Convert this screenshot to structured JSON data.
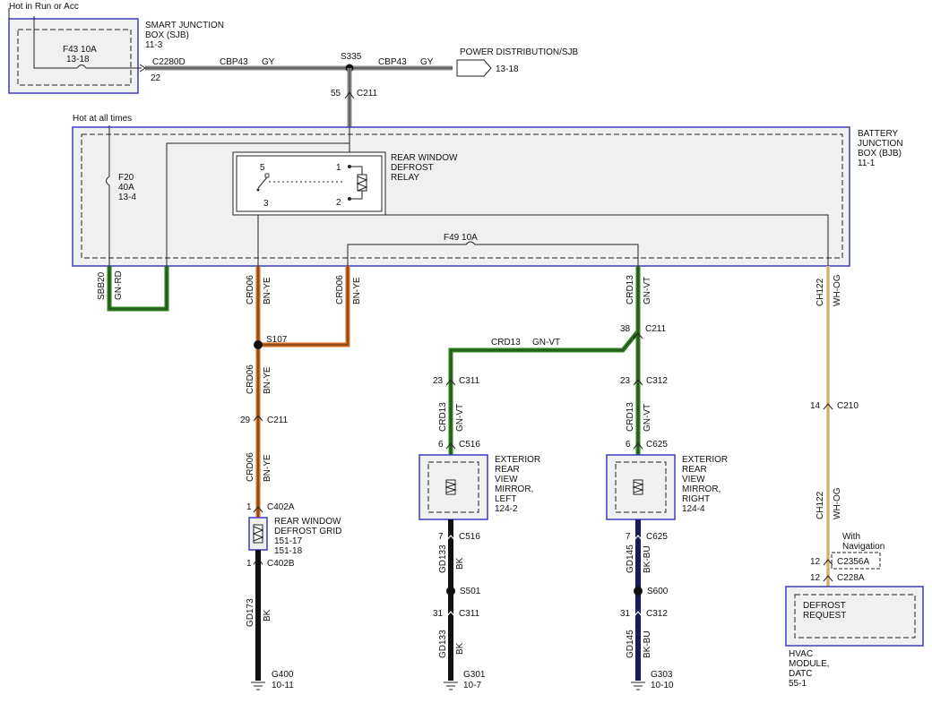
{
  "modules": {
    "sjb": {
      "name": "SMART JUNCTION\nBOX (SJB)",
      "page": "11-3",
      "note": "Hot in Run or Acc",
      "fuse": "F43  10A",
      "fuse_ref": "13-18"
    },
    "bjb": {
      "name": "BATTERY\nJUNCTION\nBOX (BJB)",
      "page": "11-1",
      "note": "Hot at all times"
    },
    "relay": {
      "name": "REAR WINDOW\nDEFROST\nRELAY",
      "pins": [
        "5",
        "3",
        "1",
        "2"
      ]
    },
    "f20": {
      "label": "F20",
      "rating": "40A",
      "ref": "13-4"
    },
    "f49": {
      "label": "F49  10A"
    },
    "power_dist": {
      "name": "POWER DISTRIBUTION/SJB",
      "ref": "13-18"
    },
    "grid": {
      "name": "REAR WINDOW\nDEFROST GRID",
      "refs": "151-17\n151-18"
    },
    "mirror_left": {
      "name": "EXTERIOR\nREAR\nVIEW\nMIRROR,\nLEFT",
      "ref": "124-2"
    },
    "mirror_right": {
      "name": "EXTERIOR\nREAR\nVIEW\nMIRROR,\nRIGHT",
      "ref": "124-4"
    },
    "hvac": {
      "inner": "DEFROST\nREQUEST",
      "name": "HVAC\nMODULE,\nDATC",
      "ref": "55-1",
      "option": "With\nNavigation"
    }
  },
  "splices": [
    "S335",
    "S107",
    "S501",
    "S600"
  ],
  "connectors": {
    "c2280d": {
      "name": "C2280D",
      "pin": "22"
    },
    "c211_top": {
      "name": "C211",
      "pin": "55"
    },
    "c211_mid": {
      "name": "C211",
      "pin": "38"
    },
    "c211_grid": {
      "name": "C211",
      "pin": "29"
    },
    "c402a": {
      "name": "C402A",
      "pin": "1"
    },
    "c402b": {
      "name": "C402B",
      "pin": "1"
    },
    "c311_a": {
      "name": "C311",
      "pin": "23"
    },
    "c516_a": {
      "name": "C516",
      "pin": "6"
    },
    "c516_b": {
      "name": "C516",
      "pin": "7"
    },
    "c311_b": {
      "name": "C311",
      "pin": "31"
    },
    "c312_a": {
      "name": "C312",
      "pin": "23"
    },
    "c625_a": {
      "name": "C625",
      "pin": "6"
    },
    "c625_b": {
      "name": "C625",
      "pin": "7"
    },
    "c312_b": {
      "name": "C312",
      "pin": "31"
    },
    "c210": {
      "name": "C210",
      "pin": "14"
    },
    "c2356a": {
      "name": "C2356A",
      "pin": "12"
    },
    "c228a": {
      "name": "C228A",
      "pin": "12"
    }
  },
  "wires": {
    "cbp43": {
      "circuit": "CBP43",
      "color": "GY"
    },
    "sbb20": {
      "circuit": "SBB20",
      "color": "GN-RD"
    },
    "crd06": {
      "circuit": "CRD06",
      "color": "BN-YE"
    },
    "crd13": {
      "circuit": "CRD13",
      "color": "GN-VT"
    },
    "ch122": {
      "circuit": "CH122",
      "color": "WH-OG"
    },
    "gd173": {
      "circuit": "GD173",
      "color": "BK"
    },
    "gd133": {
      "circuit": "GD133",
      "color": "BK"
    },
    "gd145": {
      "circuit": "GD145",
      "color": "BK-BU"
    }
  },
  "grounds": {
    "g400": {
      "name": "G400",
      "ref": "10-11"
    },
    "g301": {
      "name": "G301",
      "ref": "10-7"
    },
    "g303": {
      "name": "G303",
      "ref": "10-10"
    }
  },
  "colors": {
    "box_border": "#3d3dbf",
    "box_fill": "#f0f0f0",
    "gray_wire": "#8c8c8c",
    "green_wire": "#2e7d1e",
    "orange_wire": "#d2691e",
    "tan_wire": "#e8c98a",
    "black_wire": "#111111",
    "navy_wire": "#1a1a60"
  }
}
